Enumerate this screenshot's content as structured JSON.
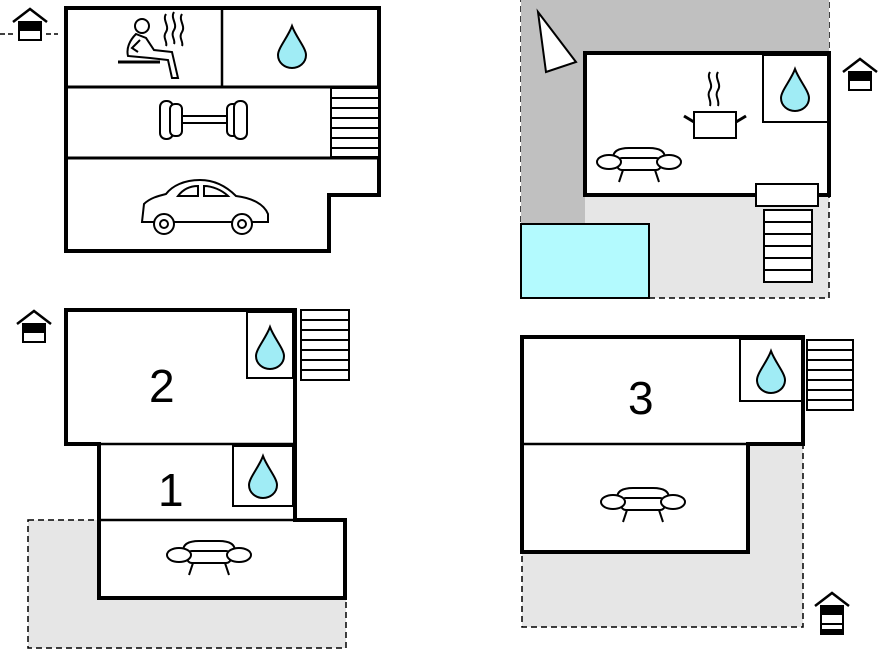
{
  "floor_plan": {
    "room_numbers": {
      "room_1": "1",
      "room_2": "2",
      "room_3": "3"
    },
    "colors": {
      "wall": "#000000",
      "outdoor_area": "#e6e6e6",
      "covered_area": "#c0c0c0",
      "pool": "#b3fafe",
      "water_drop": "#a0ecf5",
      "background": "#ffffff"
    },
    "icons": [
      "house-entrance-icon",
      "sauna-icon",
      "bathroom-water-drop-icon",
      "fitness-dumbbell-icon",
      "garage-car-icon",
      "staircase-icon",
      "kitchen-pot-icon",
      "sofa-icon",
      "north-arrow-icon",
      "pool-icon"
    ]
  }
}
